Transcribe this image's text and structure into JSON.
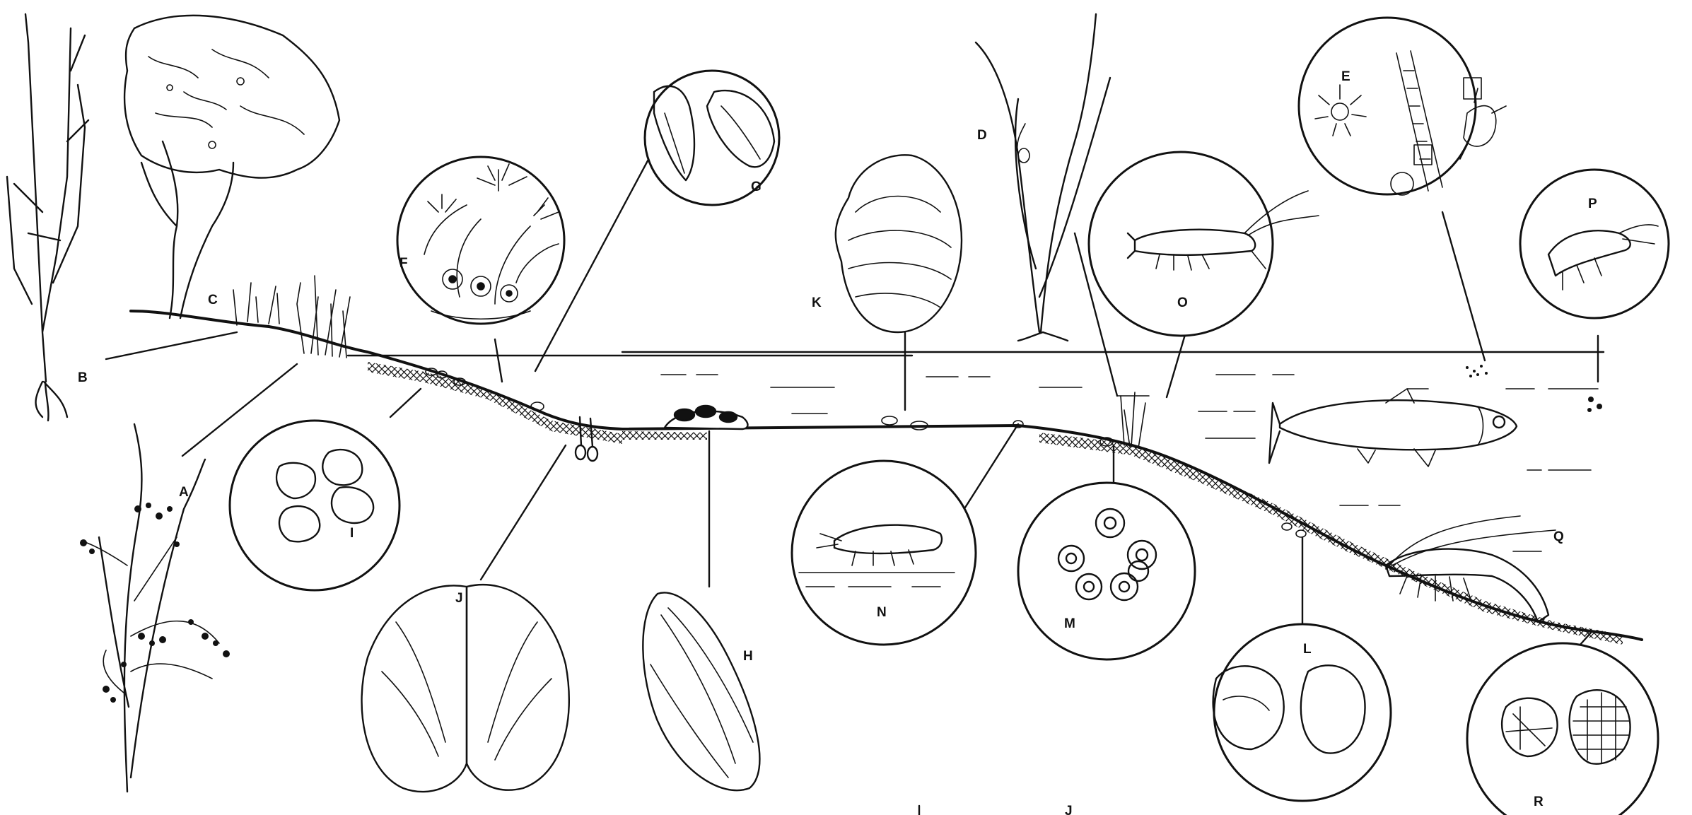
{
  "figure": {
    "labels": {
      "A": "A",
      "B": "B",
      "C": "C",
      "D": "D",
      "E": "E",
      "F": "F",
      "G": "G",
      "H": "H",
      "I": "I",
      "J": "J",
      "J2": "J",
      "K": "K",
      "L": "L",
      "M": "M",
      "N": "N",
      "O": "O",
      "P": "P",
      "Q": "Q",
      "R": "R"
    }
  }
}
